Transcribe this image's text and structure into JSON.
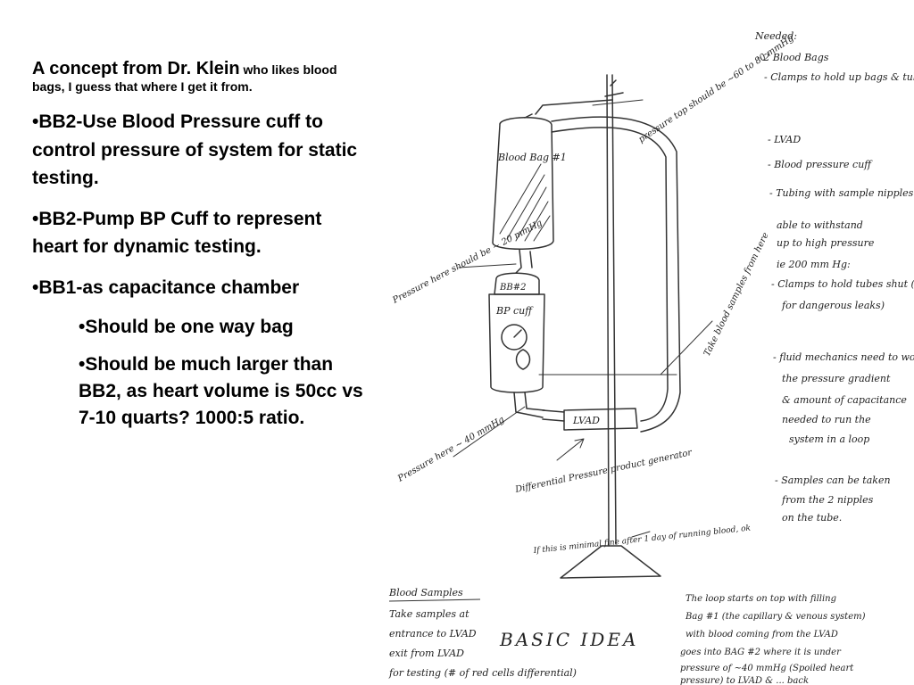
{
  "slide": {
    "intro_large": "A concept from Dr. Klein",
    "intro_small": " who likes blood bags, I guess that where I get it from.",
    "bullets": [
      "•BB2-Use Blood Pressure cuff to control pressure of system for static testing.",
      "•BB2-Pump BP Cuff to represent heart for dynamic testing.",
      "•BB1-as capacitance chamber"
    ],
    "sub_bullets": [
      "•Should be one way bag",
      "•Should be much larger than BB2, as heart volume is 50cc vs 7-10 quarts? 1000:5 ratio."
    ]
  },
  "sketch": {
    "labels": {
      "blood_bag_1": "Blood Bag #1",
      "bb2": "BB#2",
      "bp_cuff": "BP cuff",
      "lvad": "LVAD",
      "pressure_top": "Pressure here should be ~ 20 mmHg",
      "pressure_bottom": "Pressure here ~ 40 mmHg",
      "tubing_top": "pressure top should be ~60 to 80 mmHg",
      "take_samples": "Take blood samples from here",
      "diff_pressure": "Differential Pressure product generator",
      "if_minimal": "If this is minimal fine after 1 day of running blood, ok"
    },
    "needed_list": [
      "Needed:",
      "- 2 Blood Bags",
      "- Clamps to hold up bags & tubing",
      "- LVAD",
      "- Blood pressure cuff",
      "- Tubing with sample nipples (Y)",
      "  able to withstand",
      "  up to high pressure",
      "  ie 200 mm Hg:",
      "- Clamps to hold tubes shut (with",
      "  for dangerous leaks)",
      "- fluid mechanics need to work up",
      "  the pressure gradient",
      "  & amount of capacitance",
      "  needed to run the",
      "  system in a loop",
      "- Samples can be taken",
      "  from the 2 nipples",
      "  on the tube."
    ],
    "samples_note": [
      "Blood Samples",
      "Take samples at",
      "entrance to LVAD",
      "exit from LVAD",
      "for testing (# of red cells differential)"
    ],
    "loop_note": [
      "The loop starts on top with filling",
      "Bag #1 (the capillary & venous system)",
      "with blood coming from the LVAD",
      "goes into BAG #2 where it is under",
      "pressure of ~40 mmHg (Spoiled heart",
      "pressure) to LVAD & ... back"
    ],
    "title": "BASIC IDEA"
  }
}
